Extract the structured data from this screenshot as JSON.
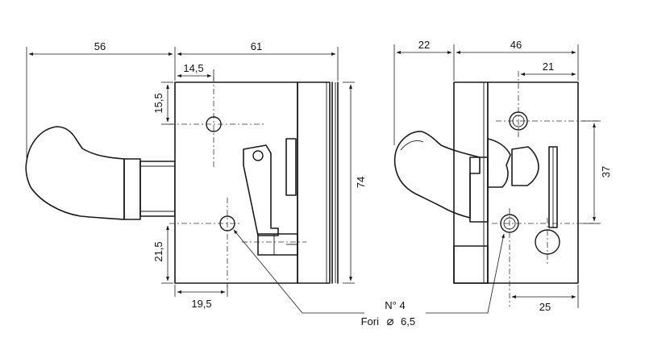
{
  "dimensions": {
    "left_overall_handle": "56",
    "left_body_width": "61",
    "left_hole_x_top": "14,5",
    "left_hole_y_top": "15,5",
    "left_height": "74",
    "left_hole_y_bottom": "21,5",
    "left_hole_x_bottom": "19,5",
    "right_depth": "22",
    "right_body_width": "46",
    "right_hole_x_top": "21",
    "right_hole_spacing": "37",
    "right_hole_x_bottom": "25"
  },
  "note": {
    "count": "N° 4",
    "holes_prefix": "Fori",
    "diameter_symbol": "⌀",
    "holes_value": "6,5"
  },
  "colors": {
    "line": "#1a1a1a",
    "background": "#ffffff"
  }
}
